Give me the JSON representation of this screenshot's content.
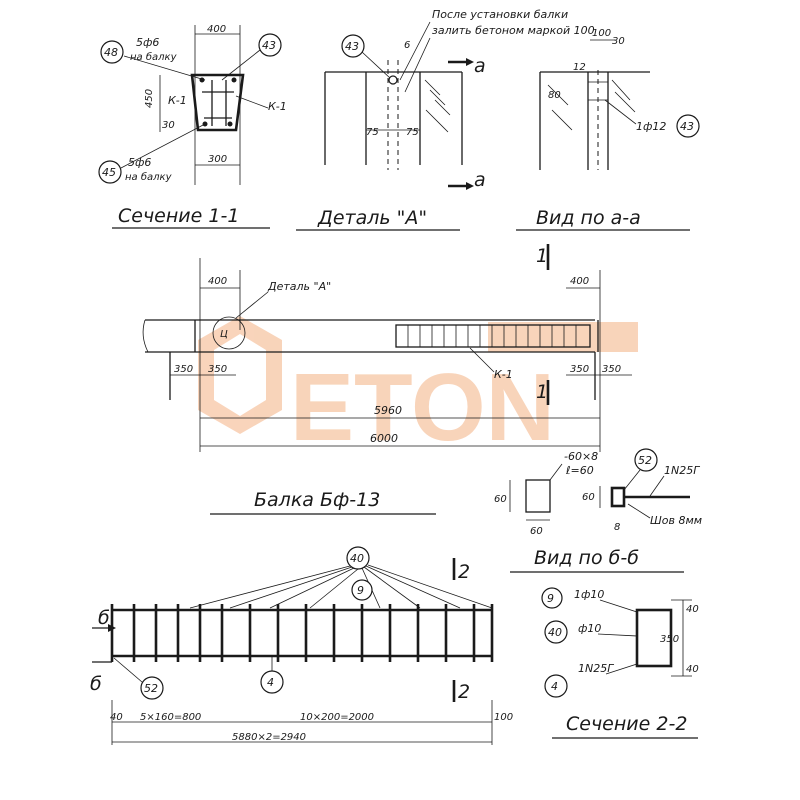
{
  "titles": {
    "section_1_1": "Сечение 1-1",
    "detail_a": "Деталь \"А\"",
    "view_a_a": "Вид по а-а",
    "beam": "Балка Бф-13",
    "view_b_b": "Вид по б-б",
    "section_2_2": "Сечение 2-2"
  },
  "notes": {
    "after_install_line1": "После установки балки",
    "after_install_line2": "залить бетоном маркой 100",
    "detail_a_ref": "Деталь \"А\""
  },
  "section_1_1": {
    "top_width": "400",
    "bottom_width": "300",
    "height": "450",
    "cover": "30",
    "top_rebar_note": "5ф6",
    "top_rebar_note2": "на балку",
    "bottom_rebar_note": "5ф6",
    "bottom_rebar_note2": "на балку",
    "mark_48": "48",
    "mark_43": "43",
    "mark_45": "45",
    "k1_left": "К-1",
    "k1_right": "К-1"
  },
  "detail_a": {
    "mark_43": "43",
    "dim_6": "6",
    "dim_75_left": "75",
    "dim_75_right": "75",
    "cut_a_top": "а",
    "cut_a_bottom": "а"
  },
  "view_a_a": {
    "dim_100": "100",
    "dim_30": "30",
    "dim_12": "12",
    "dim_80": "80",
    "rebar_note": "1ф12",
    "mark_43": "43"
  },
  "beam_elevation": {
    "dim_400_left": "400",
    "dim_400_right": "400",
    "dim_350_left": "350",
    "dim_350_right": "350",
    "dim_350_left2": "350",
    "dim_350_right2": "350",
    "dim_5960": "5960",
    "dim_6000": "6000",
    "k1": "К-1",
    "cut_1_top": "1",
    "cut_1_bottom": "1"
  },
  "view_b_b": {
    "plate": "-60×8",
    "plate_len": "ℓ=60",
    "dim_60_left": "60",
    "dim_60_bottom": "60",
    "dim_60_right": "60",
    "dim_8": "8",
    "mark_52": "52",
    "rebar": "1N25Г",
    "weld": "Шов 8мм"
  },
  "cage": {
    "mark_40": "40",
    "mark_9": "9",
    "mark_4": "4",
    "mark_52": "52",
    "cut_2_top": "2",
    "cut_2_bottom": "2",
    "cut_b_top": "б",
    "cut_b_bottom": "б",
    "dim_40_left": "40",
    "dim_5x160": "5×160=800",
    "dim_10x200": "10×200=2000",
    "dim_100_right": "100",
    "dim_total": "5880×2=2940"
  },
  "section_2_2": {
    "mark_9": "9",
    "rebar_9": "1ф10",
    "mark_40": "40",
    "rebar_40": "ф10",
    "mark_4": "4",
    "rebar_4": "1N25Г",
    "dim_40_top": "40",
    "dim_350": "350",
    "dim_40_bottom": "40"
  },
  "watermark": {
    "text": "ETON",
    "accent": "#f4b183"
  }
}
